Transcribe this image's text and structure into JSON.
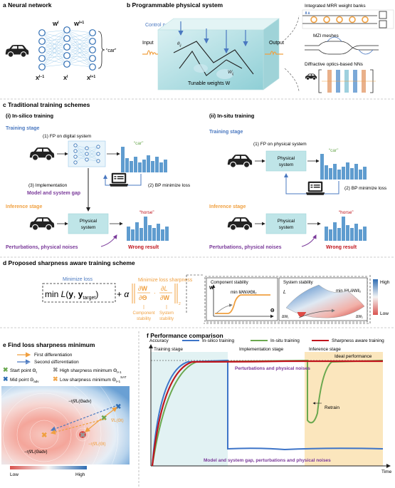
{
  "colors": {
    "blue": "#4a78c0",
    "orange": "#f0a040",
    "purple": "#7a3a9a",
    "red": "#c0141c",
    "green": "#6aa84f",
    "teal": "#a8dde0",
    "bar_blue": "#5f9ccf",
    "bar_light": "#a9cde8"
  },
  "panels": {
    "a": {
      "title": "a Neural network",
      "w_l": "W",
      "w_l_sup": "l",
      "w_l1": "W",
      "w_l1_sup": "l+1",
      "x_lm1": "X",
      "x_lm1_sup": "l−1",
      "x_l": "X",
      "x_l_sup": "l",
      "x_lp1": "X",
      "x_lp1_sup": "l+1",
      "output": "“car”"
    },
    "b": {
      "title": "b Programmable physical system",
      "control": "Control parameters Θ",
      "theta_ij": "θ",
      "theta_ij_sub": "ij",
      "w_ij": "W",
      "w_ij_sub": "ij",
      "tunable": "Tunable weights W",
      "input": "Input",
      "output": "Output",
      "mrr": "Integrated MRR weight banks",
      "mzi": "MZI meshes",
      "diffractive": "Diffractive optics-based NNs"
    },
    "c": {
      "title": "c Traditional training schemes",
      "i_title": "(i) In-silico training",
      "ii_title": "(ii) In-situ training",
      "training_stage": "Training stage",
      "inference_stage": "Inference stage",
      "fp_digital": "(1) FP on digital system",
      "fp_physical": "(1) FP on physical system",
      "car": "“car”",
      "bp": "(2) BP minimize loss",
      "implementation": "(3) Implementation",
      "gap": "Model and system gap",
      "physical_system": "Physical system",
      "physical": "Physical",
      "system": "system",
      "horse": "“horse”",
      "perturbations": "Perturbations, physical noises",
      "wrong": "Wrong result"
    },
    "d": {
      "title": "d Proposed sharpness aware training scheme",
      "minimize_loss": "Minimize loss",
      "minimize_sharpness": "Minimize loss sharpness",
      "alpha": "α",
      "component_stability": "Component stability",
      "system_stability": "System stability",
      "component": "Component",
      "stability": "stability",
      "system": "System",
      "high": "High",
      "low": "Low",
      "theta": "Θ",
      "w": "W",
      "l": "L"
    },
    "e": {
      "title": "e Find loss sharpness minimum",
      "first_diff": "First differentiation",
      "second_diff": "Second differentiation",
      "start_point": "Start point Θ",
      "start_point_sub": "t",
      "high_min": "High sharpness minimum Θ",
      "high_min_sub": "t+1",
      "mid_point": "Mid point Θ",
      "mid_point_sub": "adv",
      "low_min": "Low sharpness minimum Θ",
      "low_min_sub": "t+1",
      "low_min_sup": "SAT",
      "low": "Low",
      "high": "High"
    },
    "f": {
      "title": "f Performance comparison",
      "accuracy": "Accuracy",
      "time": "Time",
      "in_silico": "In-silico training",
      "in_situ": "In-situ training",
      "sharpness": "Sharpness aware training",
      "training_stage": "Training stage",
      "implementation_stage": "Implementation stage",
      "inference_stage": "Inference stage",
      "ideal": "Ideal performance",
      "pert": "Perturbations and physical noises",
      "retrain": "Retrain",
      "gap_text": "Model and system gap, perturbations and physical noises"
    }
  }
}
